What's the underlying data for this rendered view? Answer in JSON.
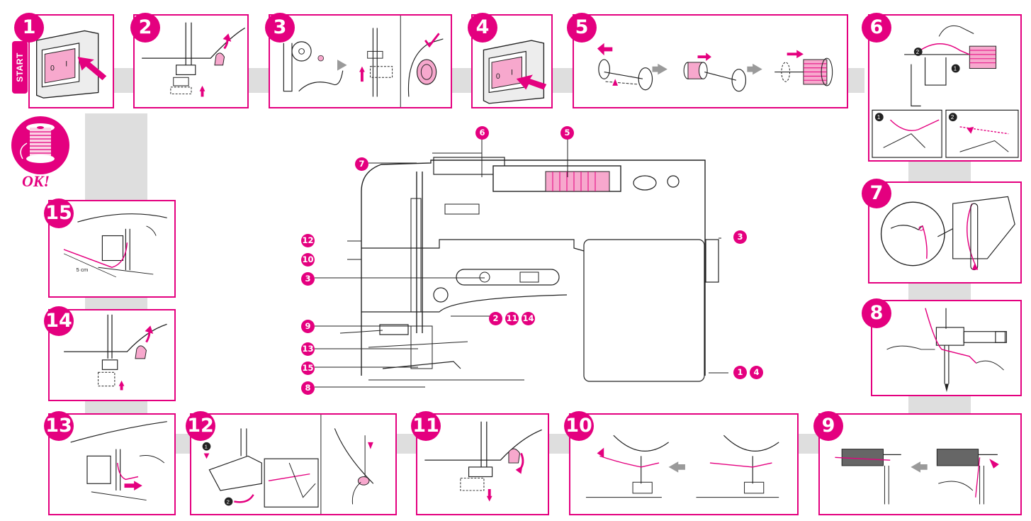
{
  "start_label": "START",
  "ok_label": "OK!",
  "steps": [
    "1",
    "2",
    "3",
    "4",
    "5",
    "6",
    "7",
    "8",
    "9",
    "10",
    "11",
    "12",
    "13",
    "14",
    "15"
  ],
  "callouts": {
    "c6": "6",
    "c5": "5",
    "c7": "7",
    "c12": "12",
    "c10": "10",
    "c3a": "3",
    "c3b": "3",
    "c9": "9",
    "c2": "2",
    "c11": "11",
    "c14": "14",
    "c13": "13",
    "c15": "15",
    "c8": "8",
    "c1": "1",
    "c4": "4"
  },
  "panel_15_distance": "5 cm",
  "panel_6_sub": [
    "1",
    "2"
  ],
  "panel_12_sub": [
    "1",
    "2"
  ],
  "colors": {
    "accent": "#e4007f",
    "band": "#dedede",
    "light_pink": "#f7a8cd"
  }
}
